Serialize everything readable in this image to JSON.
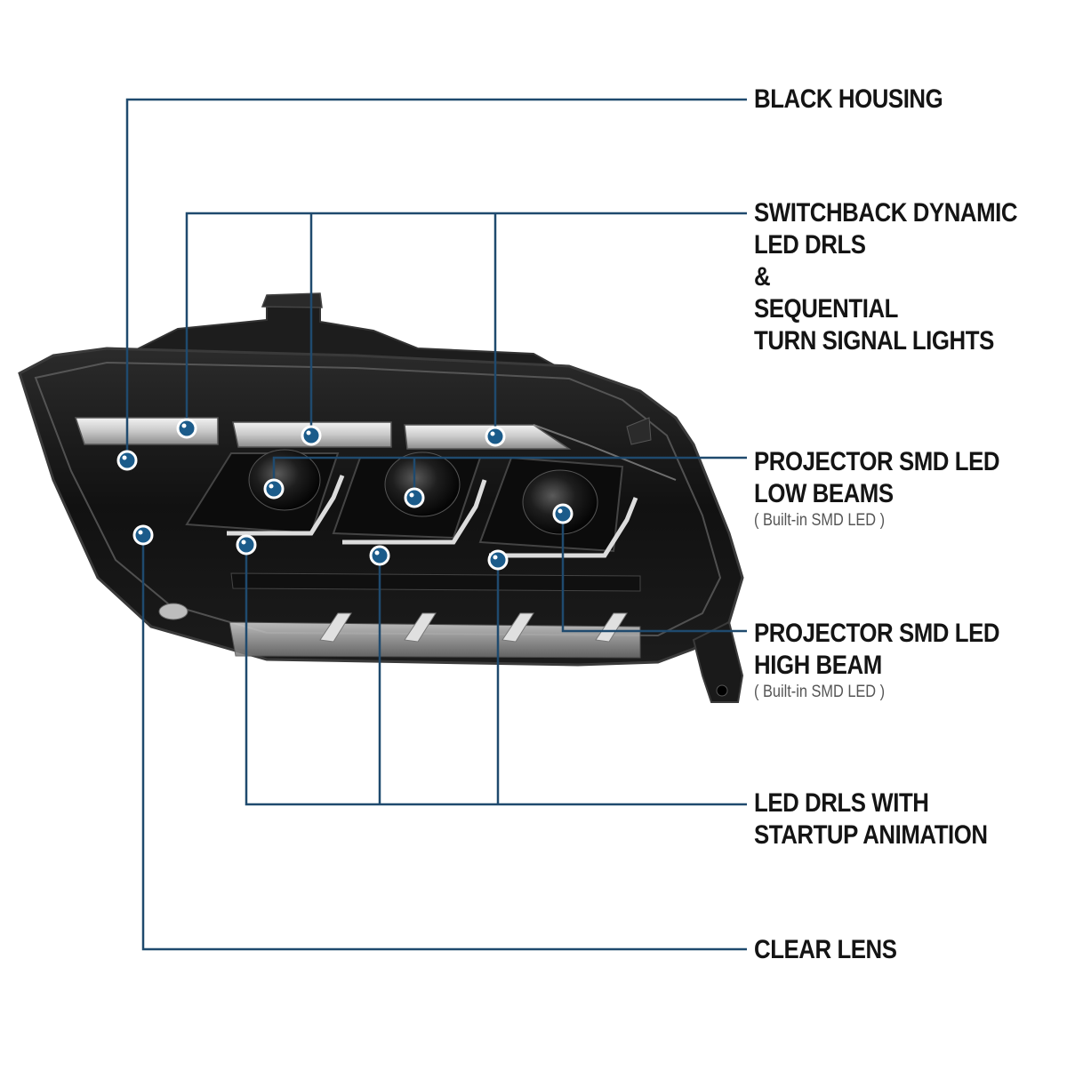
{
  "colors": {
    "callout_line": "#1f4a6e",
    "dot": "#1b5b8a",
    "dot_ring": "#ffffff",
    "housing": "#161616",
    "housing_edge": "#3a3a3a",
    "text": "#141414"
  },
  "labels": {
    "black_housing": {
      "lines": [
        "BLACK HOUSING"
      ]
    },
    "switchback": {
      "lines": [
        "SWITCHBACK DYNAMIC",
        "LED DRLS",
        "&",
        "SEQUENTIAL",
        "TURN SIGNAL LIGHTS"
      ]
    },
    "low_beams": {
      "lines": [
        "PROJECTOR SMD LED",
        "LOW BEAMS"
      ],
      "note": "( Built-in SMD LED )"
    },
    "high_beam": {
      "lines": [
        "PROJECTOR SMD LED",
        "HIGH BEAM"
      ],
      "note": "( Built-in SMD LED )"
    },
    "led_drls": {
      "lines": [
        "LED DRLS WITH",
        "STARTUP ANIMATION"
      ]
    },
    "clear_lens": {
      "lines": [
        "CLEAR LENS"
      ]
    }
  }
}
